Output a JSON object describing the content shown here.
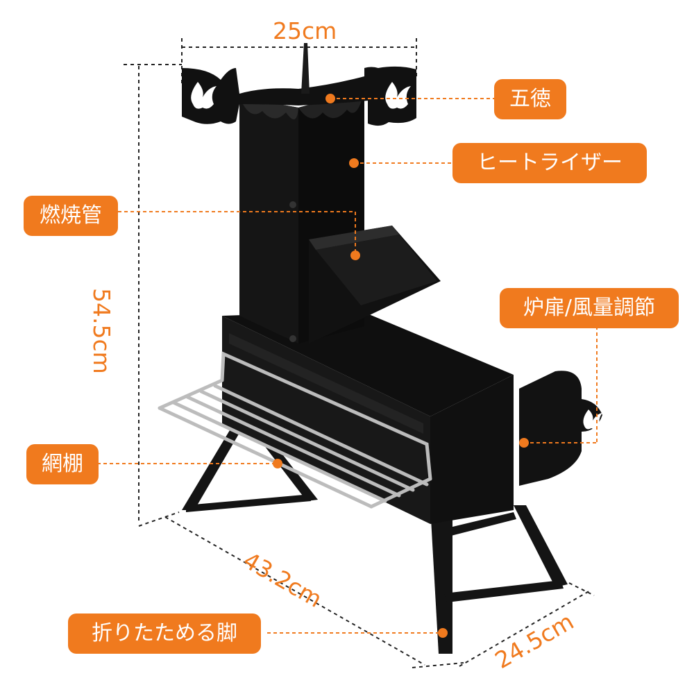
{
  "dimensions": {
    "top_width": "25cm",
    "height": "54.5cm",
    "length": "43.2cm",
    "depth": "24.5cm"
  },
  "labels": {
    "pot_support": "五徳",
    "heat_riser": "ヒートライザー",
    "combustion_tube": "燃焼管",
    "damper": "炉扉/風量調節",
    "rack": "網棚",
    "folding_legs": "折りたためる脚"
  },
  "colors": {
    "accent": "#f07a1e",
    "label_text": "#ffffff",
    "stove": "#121212",
    "dim_line": "#222222"
  },
  "icons": {
    "flame_logo": "flame-emblem-icon"
  }
}
